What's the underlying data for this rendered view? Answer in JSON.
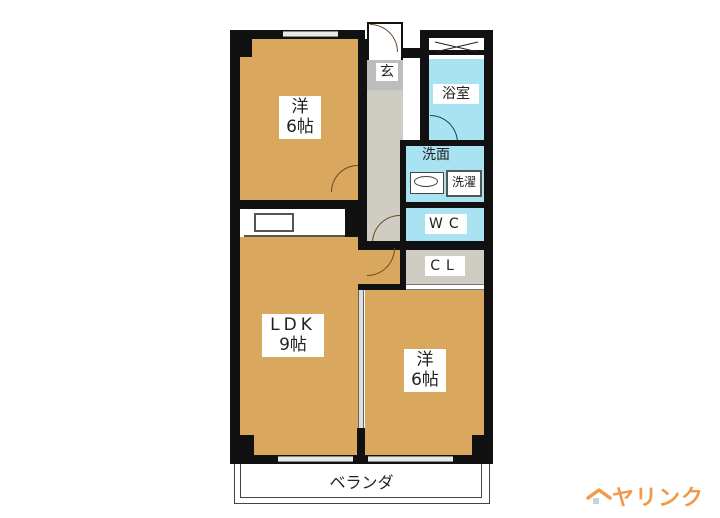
{
  "floor_plan": {
    "rooms": [
      {
        "id": "western-room-north",
        "label_line1": "洋",
        "label_line2": "6帖",
        "type": "western-style room",
        "size_jo": 6
      },
      {
        "id": "entrance",
        "label": "玄",
        "type": "entrance"
      },
      {
        "id": "bathroom",
        "label": "浴室",
        "type": "bathroom"
      },
      {
        "id": "washroom",
        "label": "洗面",
        "type": "washroom"
      },
      {
        "id": "laundry",
        "label": "洗濯",
        "type": "laundry space"
      },
      {
        "id": "toilet",
        "label": "WC",
        "type": "toilet"
      },
      {
        "id": "closet",
        "label": "CL",
        "type": "closet"
      },
      {
        "id": "ldk",
        "label_line1": "LDK",
        "label_line2": "9帖",
        "type": "living dining kitchen",
        "size_jo": 9
      },
      {
        "id": "western-room-south",
        "label_line1": "洋",
        "label_line2": "6帖",
        "type": "western-style room",
        "size_jo": 6
      },
      {
        "id": "veranda",
        "label": "ベランダ",
        "type": "veranda"
      }
    ],
    "colors": {
      "wood_floor": "#d9a85e",
      "water_area": "#a9e3f2",
      "hallway": "#cfccc4",
      "entrance": "#bdbdbd",
      "wall": "#111111"
    }
  },
  "branding": {
    "logo_text": "ヤリンク",
    "logo_icon": "house-roof-icon",
    "logo_color": "#ef9a4e"
  }
}
